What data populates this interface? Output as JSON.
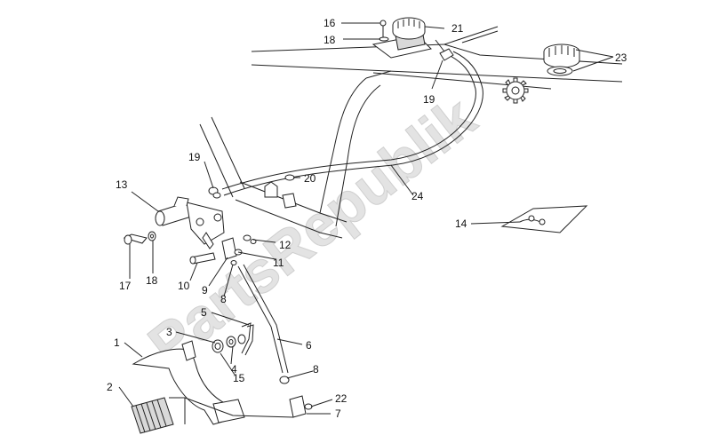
{
  "watermark": "PartsRepublik",
  "callouts": [
    {
      "id": "c1",
      "text": "1"
    },
    {
      "id": "c2",
      "text": "2"
    },
    {
      "id": "c3",
      "text": "3"
    },
    {
      "id": "c4",
      "text": "4"
    },
    {
      "id": "c5",
      "text": "5"
    },
    {
      "id": "c6",
      "text": "6"
    },
    {
      "id": "c7",
      "text": "7"
    },
    {
      "id": "c8a",
      "text": "8"
    },
    {
      "id": "c8b",
      "text": "8"
    },
    {
      "id": "c9",
      "text": "9"
    },
    {
      "id": "c10",
      "text": "10"
    },
    {
      "id": "c11",
      "text": "11"
    },
    {
      "id": "c12",
      "text": "12"
    },
    {
      "id": "c13",
      "text": "13"
    },
    {
      "id": "c14",
      "text": "14"
    },
    {
      "id": "c15",
      "text": "15"
    },
    {
      "id": "c16",
      "text": "16"
    },
    {
      "id": "c17",
      "text": "17"
    },
    {
      "id": "c18a",
      "text": "18"
    },
    {
      "id": "c18b",
      "text": "18"
    },
    {
      "id": "c19a",
      "text": "19"
    },
    {
      "id": "c19b",
      "text": "19"
    },
    {
      "id": "c20",
      "text": "20"
    },
    {
      "id": "c21",
      "text": "21"
    },
    {
      "id": "c22",
      "text": "22"
    },
    {
      "id": "c23",
      "text": "23"
    },
    {
      "id": "c24",
      "text": "24"
    }
  ]
}
